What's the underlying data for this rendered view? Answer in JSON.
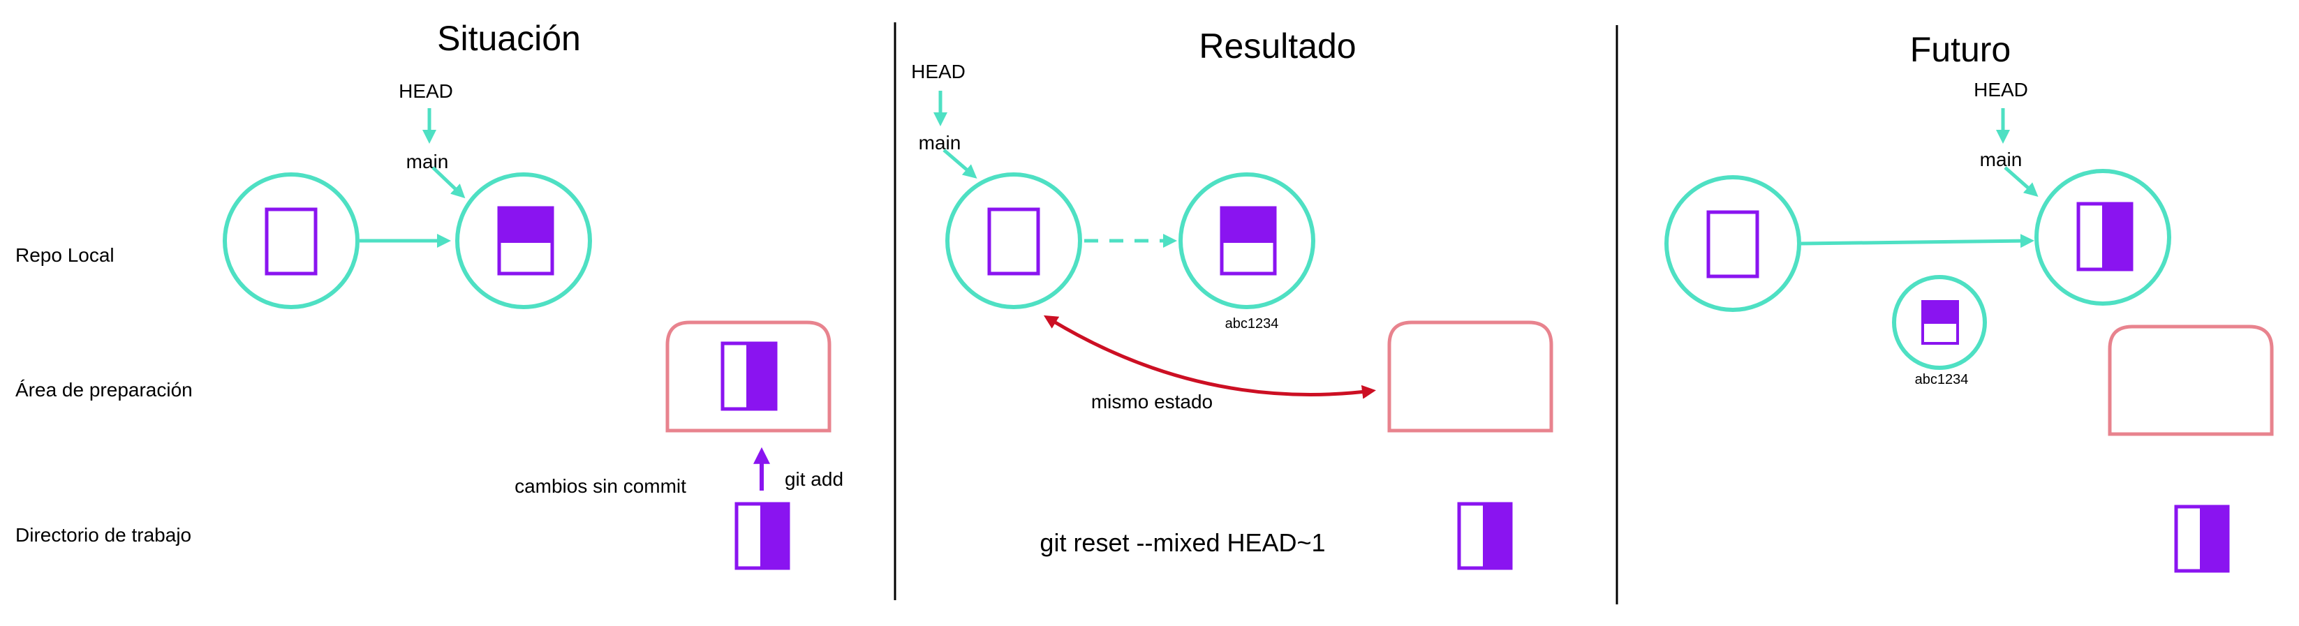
{
  "colors": {
    "commit": "#4ee0c3",
    "staging": "#e8838e",
    "file": "#8a14f0",
    "relation": "#cc0f23",
    "divider": "#000000"
  },
  "rows": {
    "repo": "Repo Local",
    "staging": "Área de preparación",
    "workdir": "Directorio de trabajo"
  },
  "panels": [
    {
      "title": "Situación",
      "head": "HEAD",
      "branch": "main",
      "note": "cambios sin commit",
      "command": "git add"
    },
    {
      "title": "Resultado",
      "head": "HEAD",
      "branch": "main",
      "hash": "abc1234",
      "note": "mismo estado",
      "command": "git reset --mixed HEAD~1"
    },
    {
      "title": "Futuro",
      "head": "HEAD",
      "branch": "main",
      "hash": "abc1234"
    }
  ]
}
